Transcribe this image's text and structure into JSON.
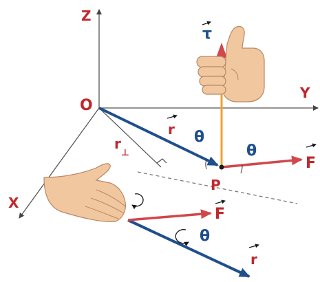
{
  "labels": {
    "z_axis": "Z",
    "y_axis": "Y",
    "x_axis": "X",
    "origin": "O",
    "point": "P",
    "tau": "τ",
    "r_upper": "r",
    "r_lower": "r",
    "r_perp": "r",
    "r_perp_sub": "⊥",
    "theta_left": "θ",
    "theta_right": "θ",
    "theta_lower": "θ",
    "force_upper": "F",
    "force_lower": "F"
  },
  "colors": {
    "axis": "#555555",
    "r_vector": "#1f4f8c",
    "force": "#d0474c",
    "torque_shaft": "#f0a030",
    "torque_head": "#d0474c",
    "label_red": "#c0282d",
    "label_blue": "#1f4f8c",
    "skin": "#f1c7a0"
  },
  "icons": [
    "thumbs-up-hand",
    "open-hand",
    "rotation-arrow"
  ]
}
